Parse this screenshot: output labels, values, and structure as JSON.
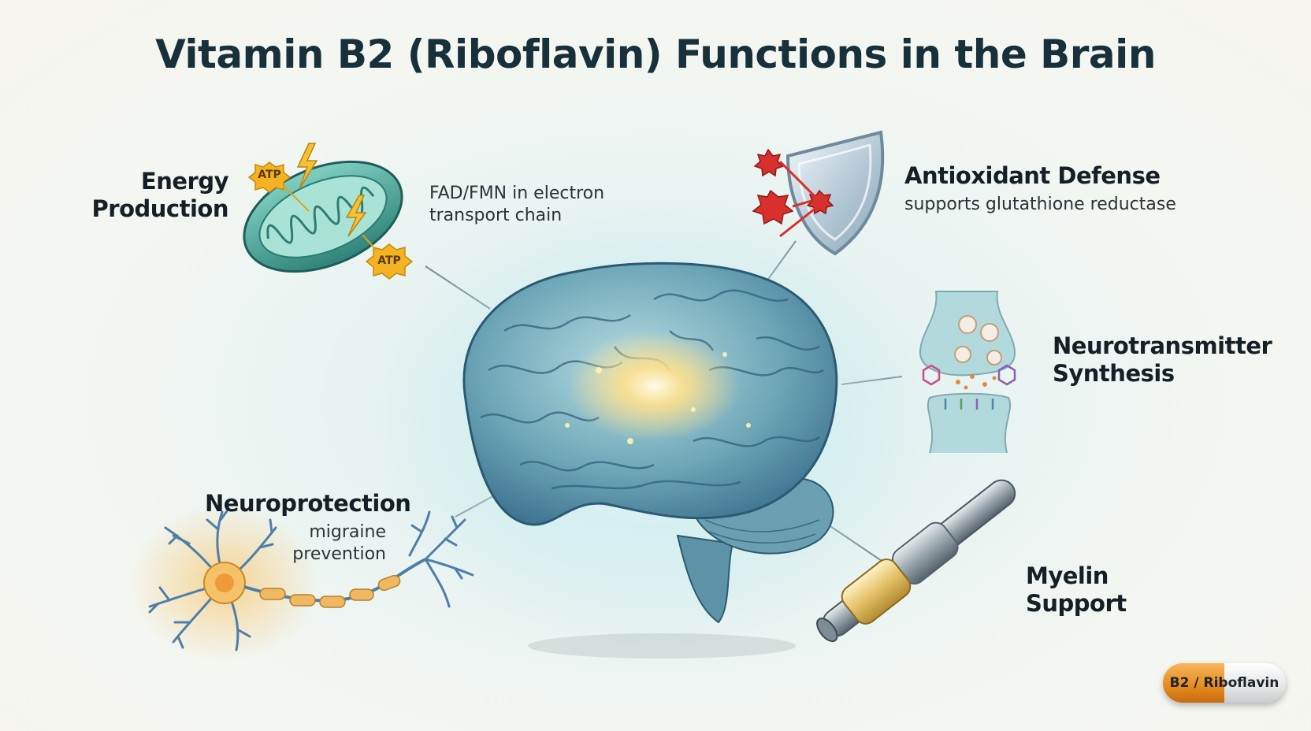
{
  "title": "Vitamin B2 (Riboflavin) Functions in the Brain",
  "functions": {
    "energy": {
      "label_line1": "Energy",
      "label_line2": "Production",
      "detail_line1": "FAD/FMN in electron",
      "detail_line2": "transport chain",
      "atp_1": "ATP",
      "atp_2": "ATP"
    },
    "antioxidant": {
      "label": "Antioxidant Defense",
      "detail": "supports glutathione reductase"
    },
    "neurotransmitter": {
      "label_line1": "Neurotransmitter",
      "label_line2": "Synthesis"
    },
    "neuroprotection": {
      "label": "Neuroprotection",
      "detail_line1": "migraine",
      "detail_line2": "prevention"
    },
    "myelin": {
      "label_line1": "Myelin",
      "label_line2": "Support"
    }
  },
  "capsule": {
    "label": "B2 / Riboflavin"
  },
  "colors": {
    "title": "#17303a",
    "mitochondria": "#3f9e93",
    "atp": "#f3b323",
    "shield": "#a9c4d2",
    "free_radical": "#d8302c",
    "brain": "#7fb6c2",
    "neuron_glow": "#f2b450",
    "capsule_orange": "#e58a1e"
  }
}
